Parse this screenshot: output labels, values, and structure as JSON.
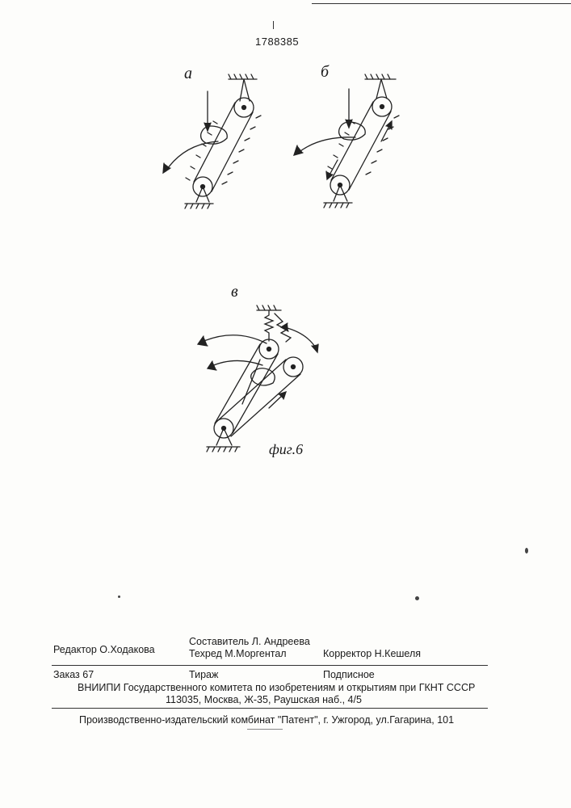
{
  "header": {
    "patent_number": "1788385"
  },
  "figure": {
    "labels": {
      "a": "a",
      "b": "б",
      "v": "в"
    },
    "caption": "фиг.6"
  },
  "imprint": {
    "compiler": "Составитель  Л. Андреева",
    "editor": "Редактор  О.Ходакова",
    "techred": "Техред М.Моргентал",
    "corrector": "Корректор   Н.Кешеля",
    "order": "Заказ  67",
    "circulation": "Тираж",
    "subscription": "Подписное",
    "org_line1": "ВНИИПИ Государственного комитета по изобретениям и открытиям при ГКНТ СССР",
    "org_line2": "113035, Москва, Ж-35, Раушская наб., 4/5",
    "publisher": "Производственно-издательский комбинат \"Патент\", г. Ужгород, ул.Гагарина, 101"
  }
}
